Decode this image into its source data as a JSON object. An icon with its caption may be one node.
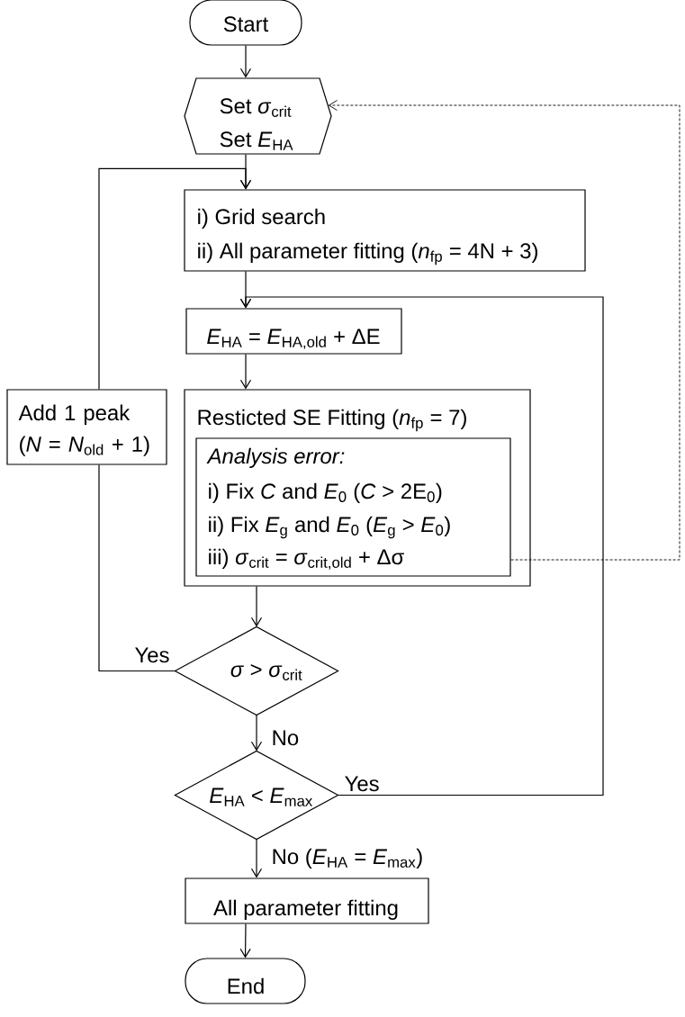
{
  "diagram": {
    "nodes": [
      {
        "text": [
          "Start"
        ]
      },
      {
        "text": [
          "Set *σ*$_{crit}$",
          "Set *E*$_{HA}$"
        ]
      },
      {
        "text": [
          "i) Grid search",
          "ii) All parameter fitting (*n*$_{fp}$ = 4N + 3)"
        ]
      },
      {
        "text": [
          "*E*$_{HA}$ = *E*$_{HA,old}$ + ΔE"
        ]
      },
      {
        "text": [
          "Add 1 peak (*N* = *N*$_{old}$ + 1)"
        ]
      },
      {
        "text": [
          "Resticted SE Fitting (*n*$_{fp}$ = 7)"
        ]
      },
      {
        "text": [
          "Analysis error:",
          "i) Fix *C* and *E*$_{0}$ (*C* > 2E$_{0}$)",
          "ii) Fix *E*$_{g}$ and *E*$_{0}$ (*E*$_{g}$ > *E*$_{0}$)",
          "iii) *σ*$_{crit}$ = *σ*$_{crit,old}$ + Δσ"
        ],
        "in": 5
      },
      {
        "text": [
          "*σ* > *σ*$_{crit}$"
        ]
      },
      {
        "text": [
          "*E*$_{HA}$ < *E*$_{max}$"
        ]
      },
      {
        "text": [
          "All parameter fitting"
        ]
      },
      {
        "text": [
          "End"
        ]
      }
    ],
    "edges": [
      {
        "from": 0,
        "to": 1,
        "arrow": "to"
      },
      {
        "from": 1,
        "to": 2,
        "arrow": "to"
      },
      {
        "from": 2,
        "to": 3,
        "arrow": "to"
      },
      {
        "from": 3,
        "to": 5,
        "arrow": "to"
      },
      {
        "from": 5,
        "to": 7,
        "arrow": "to"
      },
      {
        "from": 7,
        "to": 4,
        "arrow": "none",
        "label": "Yes"
      },
      {
        "from": 4,
        "to": 2,
        "arrow": "to"
      },
      {
        "from": 7,
        "to": 8,
        "arrow": "to",
        "label": "No"
      },
      {
        "from": 8,
        "to": 3,
        "arrow": "to",
        "label": "Yes"
      },
      {
        "from": 8,
        "to": 9,
        "arrow": "to",
        "label": "No (*E*$_{HA}$ = *E*$_{max}$)"
      },
      {
        "from": 9,
        "to": 10,
        "arrow": "to"
      },
      {
        "from": 6,
        "to": 1,
        "arrow": "to",
        "style": "dashed"
      }
    ]
  }
}
